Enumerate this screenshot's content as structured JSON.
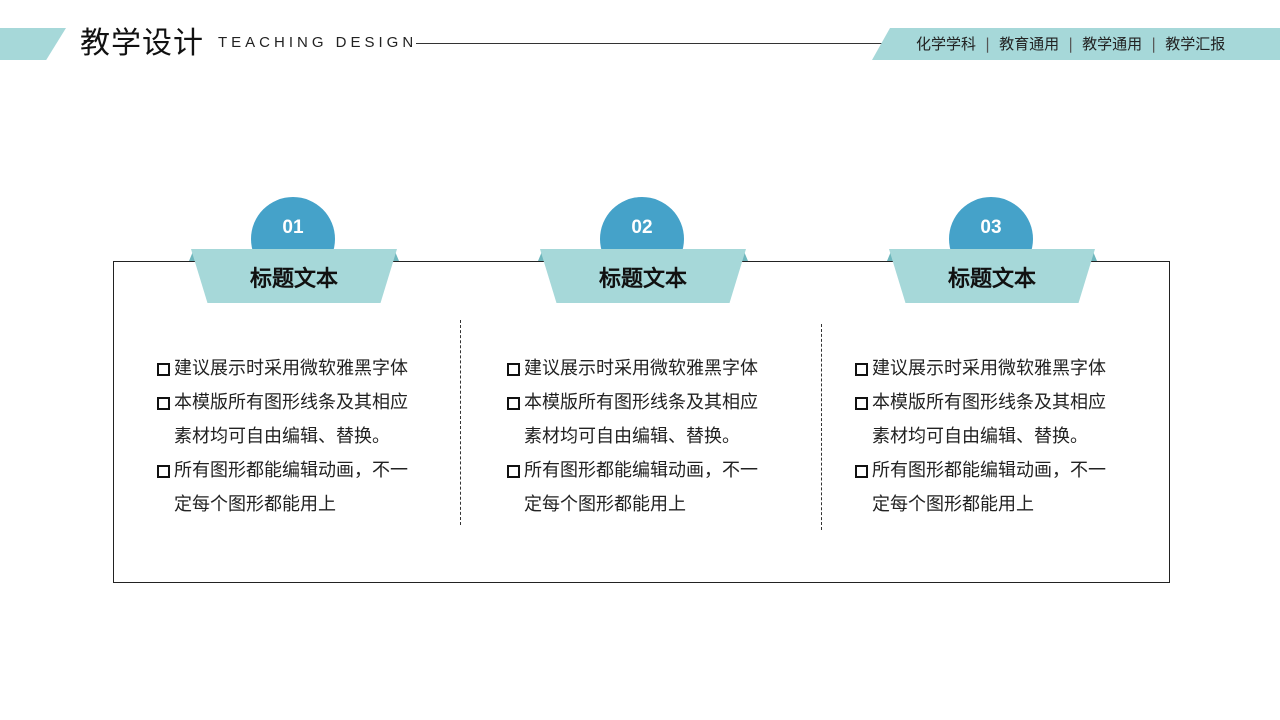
{
  "header": {
    "title": "教学设计",
    "subtitle": "TEACHING DESIGN",
    "tags": [
      "化学学科",
      "教育通用",
      "教学通用",
      "教学汇报"
    ],
    "tag_separator": "|"
  },
  "colors": {
    "accent_teal": "#a6d8d9",
    "circle_blue": "#45a2c9",
    "text": "#222222"
  },
  "columns": [
    {
      "number": "01",
      "title": "标题文本",
      "bullets": [
        {
          "line1": "建议展示时采用微软雅黑字体",
          "line2": ""
        },
        {
          "line1": "本模版所有图形线条及其相应",
          "line2": "素材均可自由编辑、替换。"
        },
        {
          "line1": "所有图形都能编辑动画，不一",
          "line2": "定每个图形都能用上"
        }
      ]
    },
    {
      "number": "02",
      "title": "标题文本",
      "bullets": [
        {
          "line1": "建议展示时采用微软雅黑字体",
          "line2": ""
        },
        {
          "line1": "本模版所有图形线条及其相应",
          "line2": "素材均可自由编辑、替换。"
        },
        {
          "line1": "所有图形都能编辑动画，不一",
          "line2": "定每个图形都能用上"
        }
      ]
    },
    {
      "number": "03",
      "title": "标题文本",
      "bullets": [
        {
          "line1": "建议展示时采用微软雅黑字体",
          "line2": ""
        },
        {
          "line1": "本模版所有图形线条及其相应",
          "line2": "素材均可自由编辑、替换。"
        },
        {
          "line1": "所有图形都能编辑动画，不一",
          "line2": "定每个图形都能用上"
        }
      ]
    }
  ]
}
